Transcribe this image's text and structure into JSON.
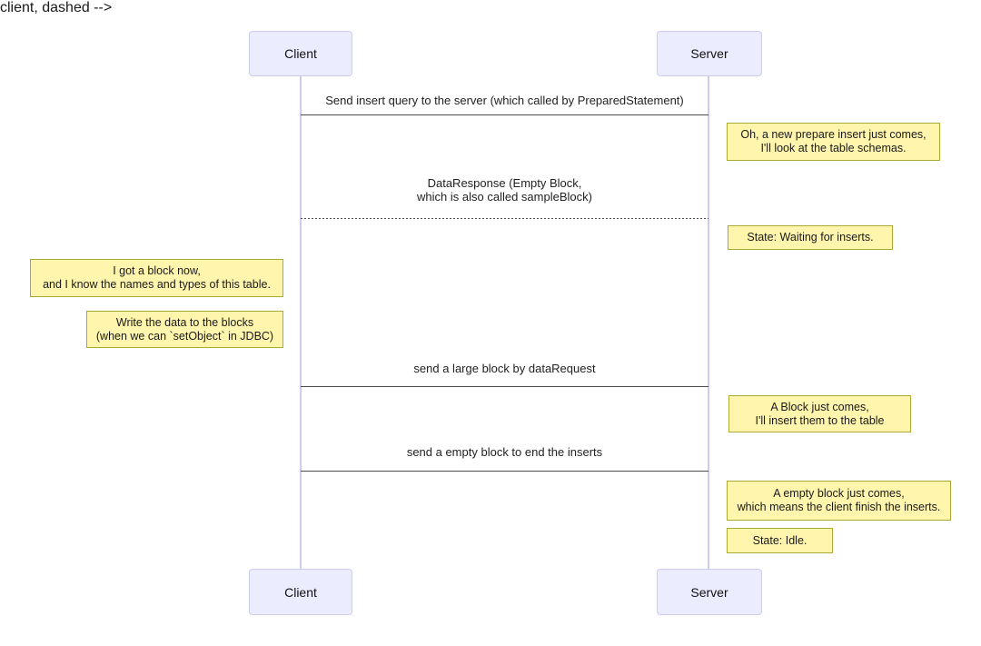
{
  "diagram": {
    "type": "sequence-diagram",
    "actors": [
      {
        "id": "client",
        "label": "Client"
      },
      {
        "id": "server",
        "label": "Server"
      }
    ],
    "messages": [
      {
        "from": "client",
        "to": "server",
        "line_style": "solid",
        "lines": [
          "Send insert query to the server (which called by PreparedStatement)"
        ]
      },
      {
        "from": "server",
        "to": "client",
        "line_style": "dashed",
        "lines": [
          "DataResponse (Empty Block,",
          "which is also called sampleBlock)"
        ]
      },
      {
        "from": "client",
        "to": "server",
        "line_style": "solid",
        "lines": [
          "send a large block by dataRequest"
        ]
      },
      {
        "from": "client",
        "to": "server",
        "line_style": "solid",
        "lines": [
          "send a empty block to end the inserts"
        ]
      }
    ],
    "notes": [
      {
        "side": "right-of-server",
        "lines": [
          "Oh, a new prepare insert just comes,",
          "I'll look at the table schemas."
        ]
      },
      {
        "side": "right-of-server",
        "lines": [
          "State: Waiting for inserts."
        ]
      },
      {
        "side": "left-of-client",
        "lines": [
          "I got a block now,",
          "and I know the names and types of this table."
        ]
      },
      {
        "side": "left-of-client",
        "lines": [
          "Write the data to the blocks",
          "(when we can `setObject` in JDBC)"
        ]
      },
      {
        "side": "right-of-server",
        "lines": [
          "A Block just comes,",
          "I'll insert them to the table"
        ]
      },
      {
        "side": "right-of-server",
        "lines": [
          "A empty block just comes,",
          "which means the client finish the inserts."
        ]
      },
      {
        "side": "right-of-server",
        "lines": [
          "State: Idle."
        ]
      }
    ],
    "colors": {
      "actor_fill": "#ECECFF",
      "actor_border": "#CCCCF0",
      "note_fill": "#FFF5AD",
      "note_border": "#AAAA33",
      "message_line": "#4D4D4D",
      "lifeline": "#CCCCF0",
      "background": "#FFFFFF"
    }
  }
}
